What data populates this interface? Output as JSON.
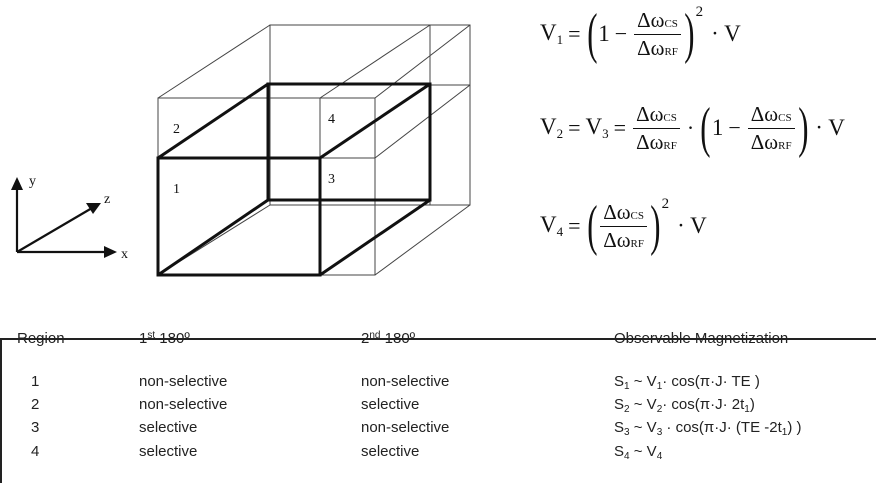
{
  "diagram": {
    "axes": {
      "x": "x",
      "y": "y",
      "z": "z"
    },
    "regions": [
      "1",
      "2",
      "3",
      "4"
    ]
  },
  "equations": {
    "v1": {
      "lhs": "V",
      "lhs_sub": "1",
      "num": "Δω",
      "num_sub": "CS",
      "den": "Δω",
      "den_sub": "RF",
      "one": "1",
      "minus": "−",
      "exp": "2",
      "tail": "· V"
    },
    "v2": {
      "lhs": "V",
      "lhs_sub": "2",
      "mid": "V",
      "mid_sub": "3",
      "num": "Δω",
      "num_sub": "CS",
      "den": "Δω",
      "den_sub": "RF",
      "one": "1",
      "minus": "−",
      "tail": "· V"
    },
    "v4": {
      "lhs": "V",
      "lhs_sub": "4",
      "num": "Δω",
      "num_sub": "CS",
      "den": "Δω",
      "den_sub": "RF",
      "exp": "2",
      "tail": "· V"
    }
  },
  "table": {
    "headers": {
      "region": "Region",
      "first": "1",
      "first_sup": "st",
      "first_rest": " 180º",
      "second": "2",
      "second_sup": "nd",
      "second_rest": " 180º",
      "obs": "Observable Magnetization"
    },
    "rows": [
      {
        "region": "1",
        "first": "non-selective",
        "second": "non-selective",
        "obs": [
          "S",
          "1",
          " ~ V",
          "1",
          "· cos(π·J· TE )"
        ]
      },
      {
        "region": "2",
        "first": "non-selective",
        "second": "selective",
        "obs": [
          "S",
          "2",
          " ~ V",
          "2",
          "· cos(π·J· 2t",
          "1",
          ")"
        ]
      },
      {
        "region": "3",
        "first": "selective",
        "second": "non-selective",
        "obs": [
          "S",
          "3",
          " ~ V",
          "3",
          " · cos(π·J· (TE -2t",
          "1",
          ") )"
        ]
      },
      {
        "region": "4",
        "first": "selective",
        "second": "selective",
        "obs": [
          "S",
          "4",
          " ~ V",
          "4"
        ]
      }
    ]
  }
}
